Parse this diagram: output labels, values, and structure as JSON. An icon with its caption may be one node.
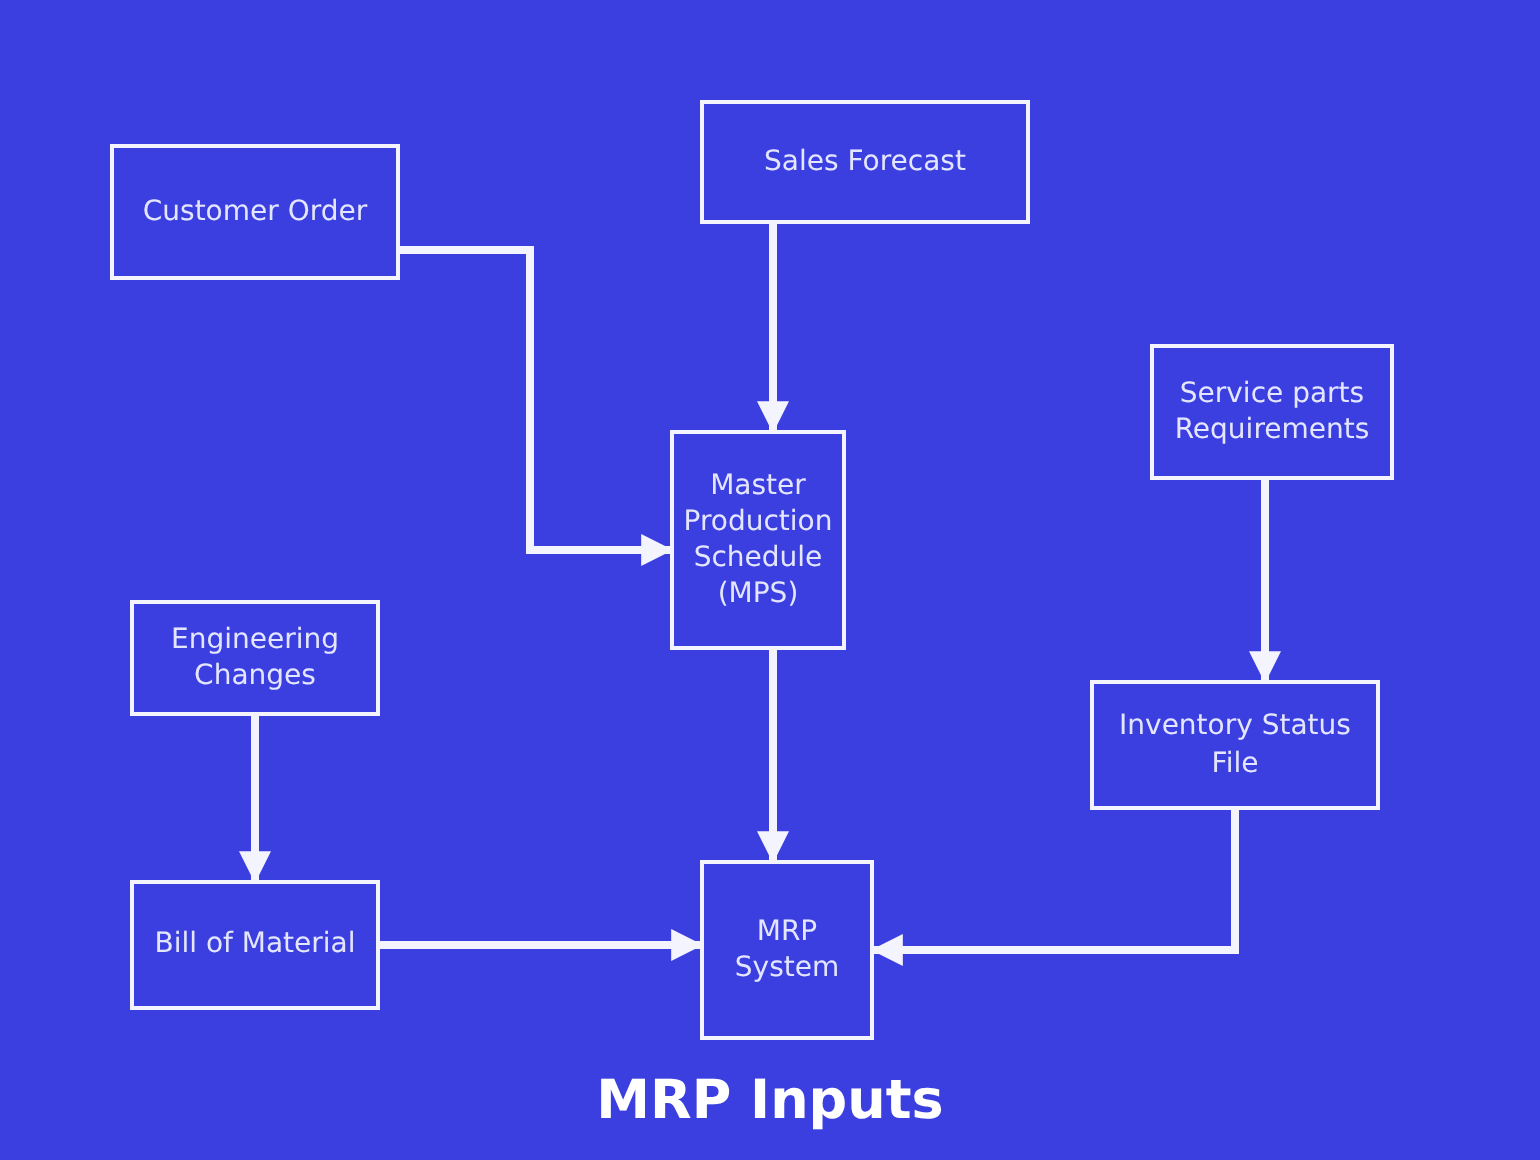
{
  "diagram": {
    "title": "MRP Inputs",
    "nodes": [
      {
        "text": [
          "Sales Forecast"
        ]
      },
      {
        "text": [
          "Customer Order"
        ]
      },
      {
        "text": [
          "Service parts Requirements"
        ]
      },
      {
        "text": [
          "Master Production Schedule (MPS)"
        ]
      },
      {
        "text": [
          "Engineering Changes"
        ]
      },
      {
        "text": [
          "Inventory Status File"
        ]
      },
      {
        "text": [
          "Bill of Material"
        ]
      },
      {
        "text": [
          "MRP System"
        ]
      }
    ],
    "edges": [
      {
        "from": 0,
        "to": 3,
        "arrow": "to"
      },
      {
        "from": 1,
        "to": 3,
        "arrow": "to"
      },
      {
        "from": 2,
        "to": 5,
        "arrow": "to"
      },
      {
        "from": 4,
        "to": 6,
        "arrow": "to"
      },
      {
        "from": 3,
        "to": 7,
        "arrow": "to"
      },
      {
        "from": 6,
        "to": 7,
        "arrow": "to"
      },
      {
        "from": 5,
        "to": 7,
        "arrow": "to"
      }
    ]
  }
}
